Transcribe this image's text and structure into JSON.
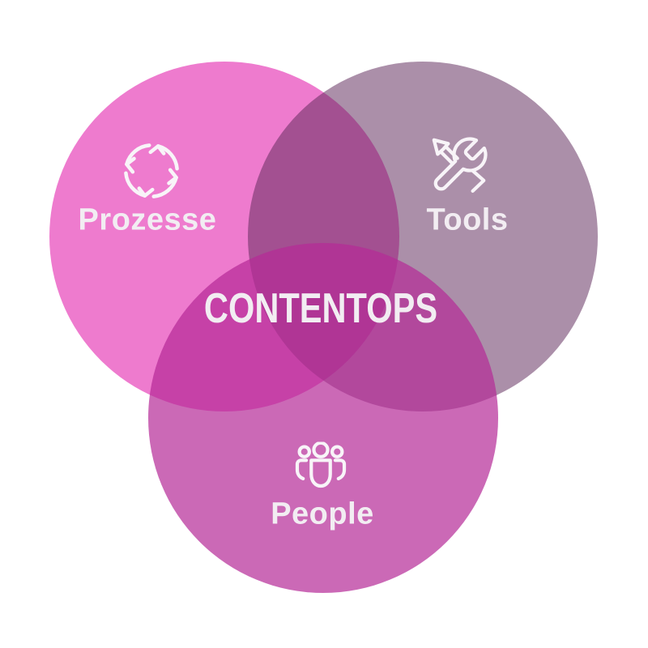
{
  "diagram": {
    "type": "venn",
    "center_label": "CONTENTOPS",
    "background": "#ffffff",
    "text_color": "#f2edf2",
    "sets": [
      {
        "id": "prozesse",
        "label": "Prozesse",
        "icon": "process-cycle-icon",
        "fill": "#ee7bce",
        "rendered_color": "#ee7bce"
      },
      {
        "id": "tools",
        "label": "Tools",
        "icon": "tools-icon",
        "fill": "rgba(94,40,90,0.52)",
        "rendered_color": "#ab8fa9"
      },
      {
        "id": "people",
        "label": "People",
        "icon": "people-icon",
        "fill": "rgba(181,41,151,0.70)",
        "rendered_color": "#cb69b6"
      }
    ],
    "overlap_colors": {
      "prozesse_tools": "#a35092",
      "prozesse_people": "#c642a8",
      "tools_people": "#b2489c",
      "all": "#b03595"
    }
  }
}
